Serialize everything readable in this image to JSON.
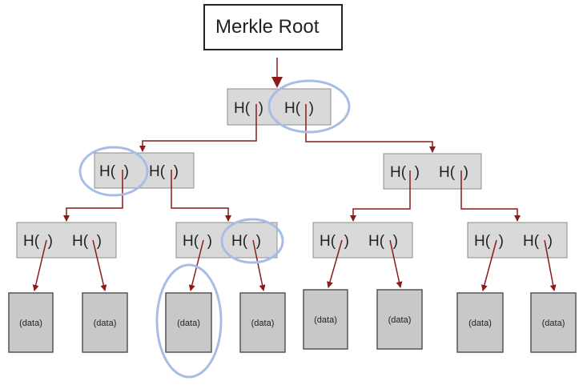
{
  "root": {
    "label": "Merkle Root"
  },
  "hash_pair": {
    "left": "H(  )",
    "right": "H(  )"
  },
  "leaf": {
    "label": "(data)"
  },
  "colors": {
    "edge": "#8b1a1a",
    "node_fill": "#d9d9d9",
    "data_fill": "#c8c8c8",
    "highlight_ring": "#a8bde6"
  }
}
